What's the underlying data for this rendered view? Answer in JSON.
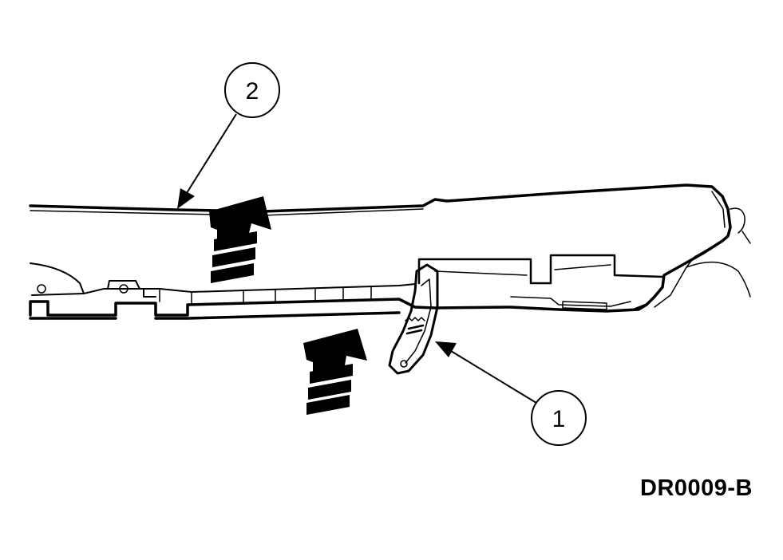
{
  "callouts": [
    {
      "label": "1",
      "part": "handle-clip"
    },
    {
      "label": "2",
      "part": "trim-panel"
    }
  ],
  "reference_code": "DR0009-B",
  "colors": {
    "ink": "#000000",
    "paper": "#ffffff"
  }
}
